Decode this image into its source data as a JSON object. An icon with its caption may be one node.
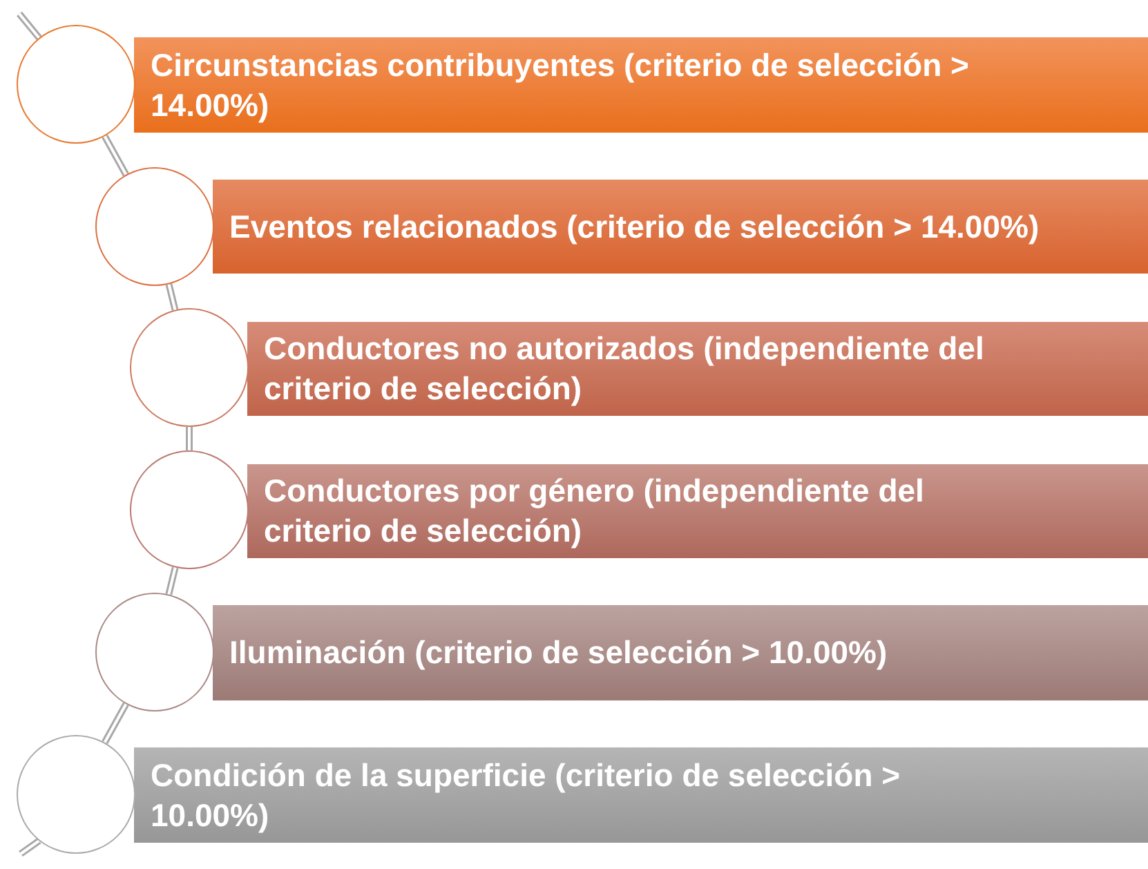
{
  "diagram": {
    "nodes": [
      {
        "text": [
          "Circunstancias contribuyentes (criterio de selección > 14.00%)"
        ]
      },
      {
        "text": [
          "Eventos relacionados (criterio de selección > 14.00%)"
        ]
      },
      {
        "text": [
          "Conductores no autorizados (independiente del criterio de selección)"
        ]
      },
      {
        "text": [
          "Conductores por género (independiente del criterio de selección)"
        ]
      },
      {
        "text": [
          "Iluminación (criterio de selección > 10.00%)"
        ]
      },
      {
        "text": [
          "Condición de la superficie (criterio de selección > 10.00%)"
        ]
      },
      {
        "text": [],
        "shape": "circle"
      },
      {
        "text": [],
        "shape": "circle"
      },
      {
        "text": [],
        "shape": "circle"
      },
      {
        "text": [],
        "shape": "circle"
      },
      {
        "text": [],
        "shape": "circle"
      },
      {
        "text": [],
        "shape": "circle"
      }
    ],
    "edges": [
      {
        "from": 6,
        "to": 7,
        "arrow": "none"
      },
      {
        "from": 7,
        "to": 8,
        "arrow": "none"
      },
      {
        "from": 8,
        "to": 9,
        "arrow": "none"
      },
      {
        "from": 9,
        "to": 10,
        "arrow": "none"
      },
      {
        "from": 10,
        "to": 11,
        "arrow": "none"
      }
    ]
  }
}
